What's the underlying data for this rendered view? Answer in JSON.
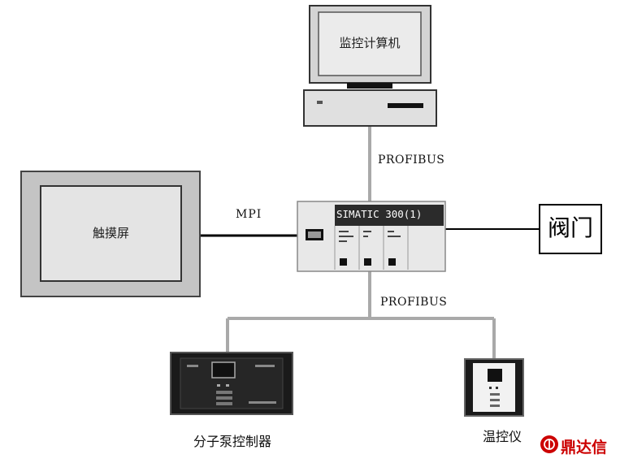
{
  "nodes": {
    "monitor_computer": {
      "label": "监控计算机"
    },
    "touch_screen": {
      "label": "触摸屏"
    },
    "plc": {
      "title": "SIMATIC 300(1)"
    },
    "valve": {
      "label": "阀门"
    },
    "molecular_pump_controller": {
      "label": "分子泵控制器"
    },
    "temperature_controller": {
      "label": "温控仪"
    }
  },
  "links": {
    "profibus_top": "PROFIBUS",
    "mpi": "MPI",
    "profibus_bottom": "PROFIBUS"
  },
  "watermark": {
    "text": "鼎达信"
  },
  "colors": {
    "bus_gray": "#a9a9a9",
    "mpi_black": "#000000",
    "panel_light": "#e6e6e6",
    "panel_mid": "#c8c8c8",
    "device_dark": "#1a1a1a",
    "watermark_red": "#cc0000"
  }
}
